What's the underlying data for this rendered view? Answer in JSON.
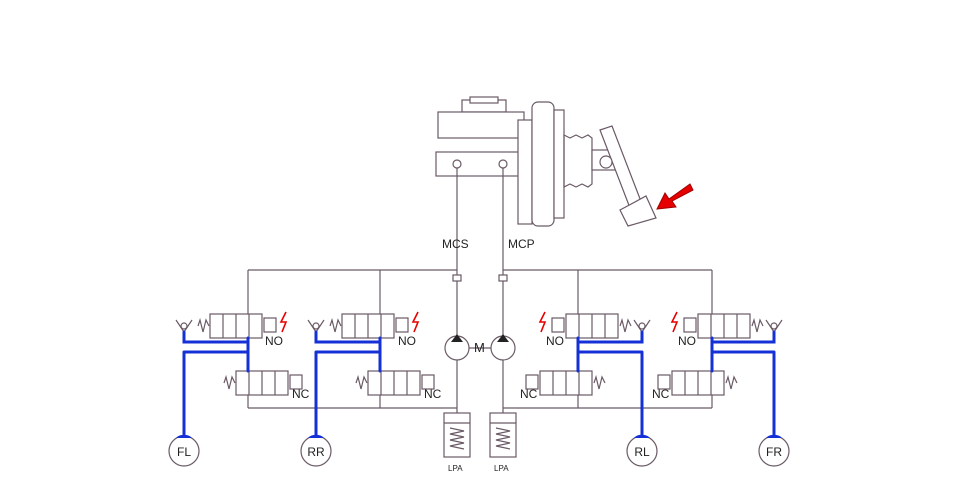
{
  "lines": {
    "secondary": "MCS",
    "primary": "MCP"
  },
  "valves": {
    "normally_open": "NO",
    "normally_closed": "NC"
  },
  "pump_label": "M",
  "accumulator_label": "LPA",
  "wheels": {
    "front_left": "FL",
    "rear_right": "RR",
    "rear_left": "RL",
    "front_right": "FR"
  },
  "colors": {
    "circuit_line": "#6a5a66",
    "active_line": "#1430d6",
    "pedal_arrow": "#e60000"
  },
  "icons": [
    "master-cylinder-icon",
    "brake-booster-icon",
    "brake-pedal-icon",
    "pedal-force-arrow-icon",
    "solenoid-valve-icon",
    "check-valve-icon",
    "pump-icon",
    "accumulator-icon",
    "wheel-brake-icon"
  ]
}
